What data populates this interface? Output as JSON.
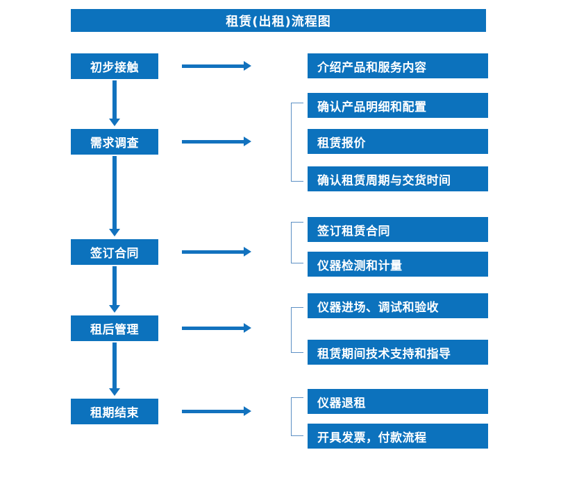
{
  "title": "租赁(出租)流程图",
  "colors": {
    "box_blue": "#0c72bd",
    "arrow_blue": "#1272be",
    "bracket_blue": "#5b8fc4",
    "text_white": "#ffffff",
    "background": "#ffffff"
  },
  "stages": [
    {
      "label": "初步接触"
    },
    {
      "label": "需求调查"
    },
    {
      "label": "签订合同"
    },
    {
      "label": "租后管理"
    },
    {
      "label": "租期结束"
    }
  ],
  "details": [
    {
      "label": "介绍产品和服务内容"
    },
    {
      "label": "确认产品明细和配置"
    },
    {
      "label": "租赁报价"
    },
    {
      "label": "确认租赁周期与交货时间"
    },
    {
      "label": "签订租赁合同"
    },
    {
      "label": "仪器检测和计量"
    },
    {
      "label": "仪器进场、调试和验收"
    },
    {
      "label": "租赁期间技术支持和指导"
    },
    {
      "label": "仪器退租"
    },
    {
      "label": "开具发票，付款流程"
    }
  ],
  "connectors": {
    "horizontal_arrow_count": 5,
    "vertical_arrow_count": 4,
    "bracket_count": 4
  }
}
